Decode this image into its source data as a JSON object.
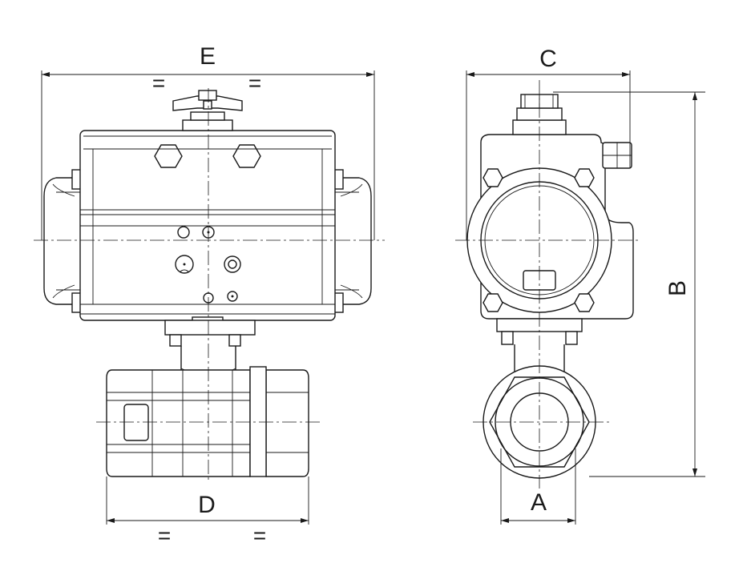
{
  "dimensions": {
    "E": "E",
    "C": "C",
    "B": "B",
    "D": "D",
    "A": "A",
    "equal_sign": "="
  }
}
